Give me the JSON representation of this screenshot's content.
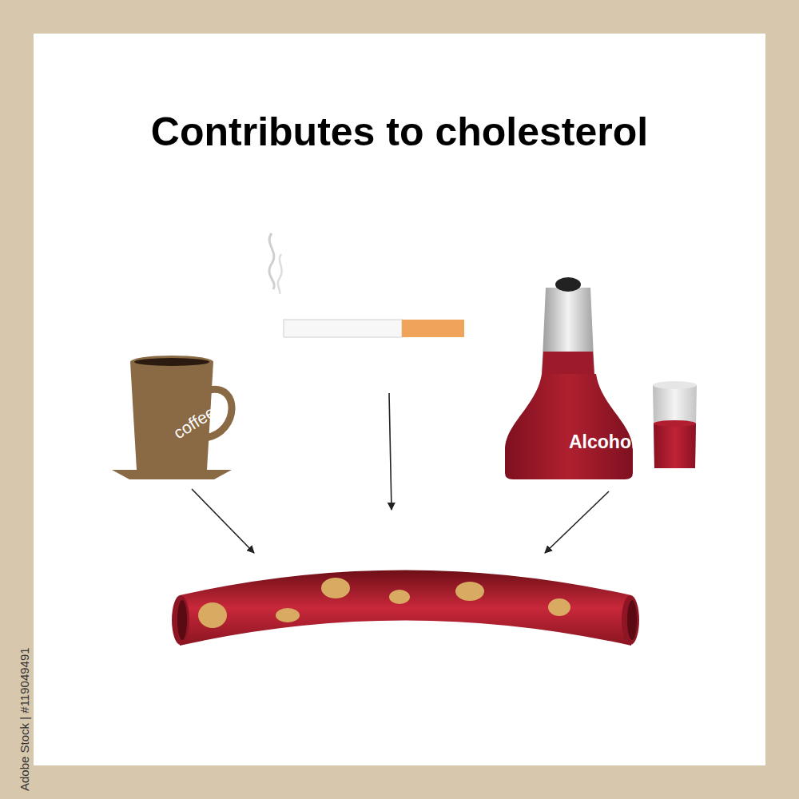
{
  "diagram": {
    "title": "Contributes to cholesterol",
    "nodes": [
      {
        "text": [
          "coffee"
        ]
      },
      {
        "text": [
          "Alcohol"
        ]
      }
    ],
    "labels": [
      "Adobe Stock | #119049491"
    ]
  }
}
